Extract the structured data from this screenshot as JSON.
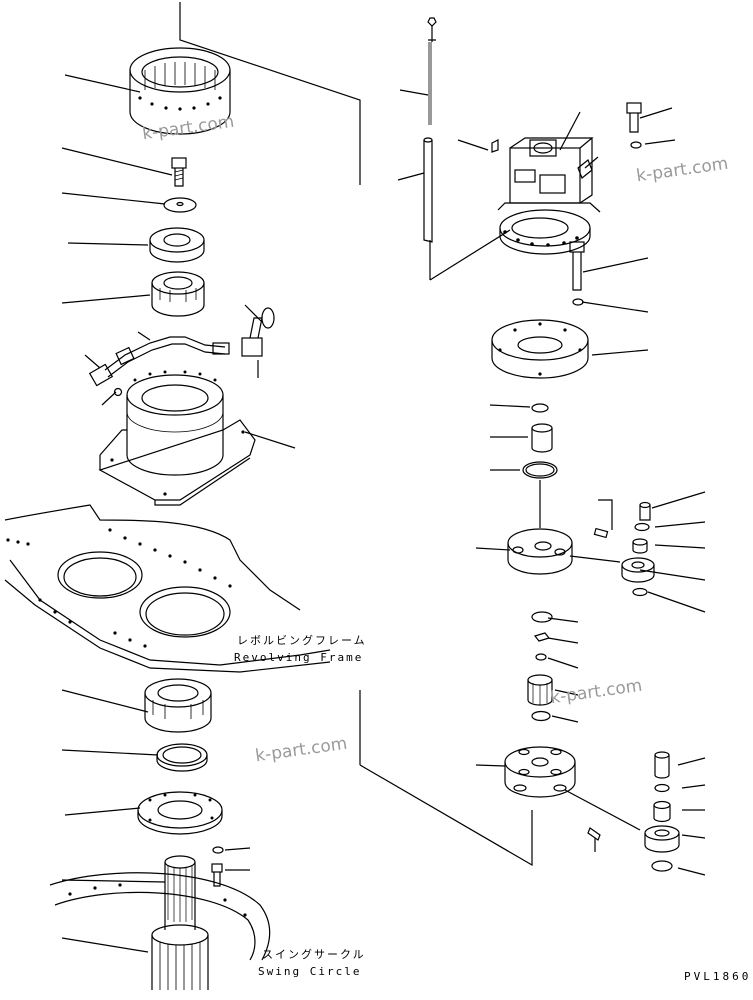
{
  "labels": {
    "revolving_frame_jp": "レボルビングフレーム",
    "revolving_frame_en": "Revolving Frame",
    "swing_circle_jp": "スイングサークル",
    "swing_circle_en": "Swing Circle"
  },
  "watermarks": [
    "k-part.com",
    "k-part.com",
    "k-part.com",
    "k-part.com"
  ],
  "drawing_code": "PVL1860"
}
